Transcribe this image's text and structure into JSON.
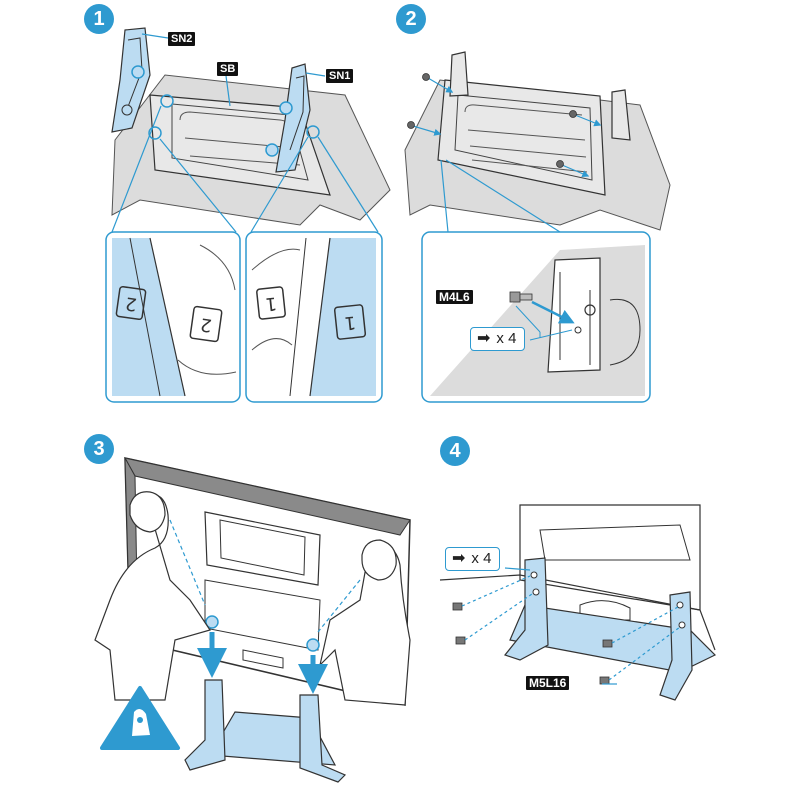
{
  "steps": [
    "1",
    "2",
    "3",
    "4"
  ],
  "labels": {
    "sn2": "SN2",
    "sb": "SB",
    "sn1": "SN1",
    "m4l6": "M4L6",
    "m5l16": "M5L16"
  },
  "quantities": {
    "step2": "x 4",
    "step4": "x 4"
  },
  "colors": {
    "accent": "#2e9ad0",
    "part_fill": "#bcdcf2",
    "table_gray": "#dcdcdc",
    "line": "#333333"
  },
  "icons": [
    "arrow-right-icon",
    "two-person-lift-icon"
  ]
}
